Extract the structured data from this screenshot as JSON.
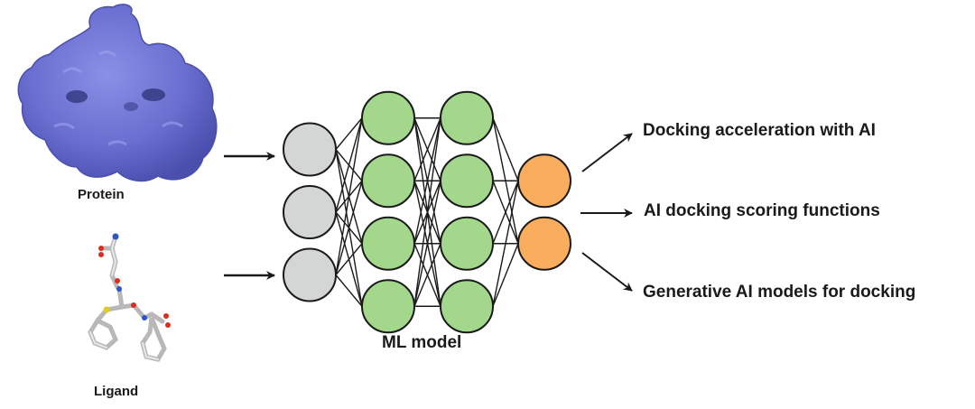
{
  "inputs": {
    "protein_label": "Protein",
    "ligand_label": "Ligand"
  },
  "model": {
    "label": "ML model",
    "layers": [
      {
        "name": "input",
        "nodes": 3,
        "color": "#d3d6d5"
      },
      {
        "name": "hidden-1",
        "nodes": 4,
        "color": "#a3d88c"
      },
      {
        "name": "hidden-2",
        "nodes": 4,
        "color": "#a3d88c"
      },
      {
        "name": "output",
        "nodes": 2,
        "color": "#fbad5e"
      }
    ]
  },
  "outputs": [
    {
      "label": "Docking acceleration with AI"
    },
    {
      "label": "AI docking scoring functions"
    },
    {
      "label": "Generative AI models for docking"
    }
  ],
  "colors": {
    "protein": "#6a6fd0",
    "stroke": "#1a1a1a"
  }
}
